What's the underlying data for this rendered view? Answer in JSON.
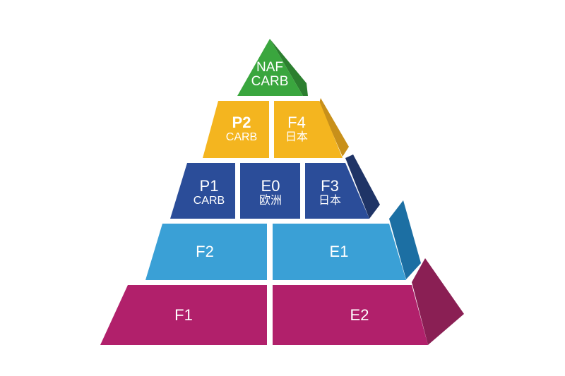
{
  "colors": {
    "green": "#3aa63e",
    "green_side": "#2c7f2f",
    "yellow": "#f4b51f",
    "yellow_side": "#c8901a",
    "navy": "#2b4d99",
    "navy_side": "#1f3466",
    "skyblue": "#3aa0d6",
    "skyblue_side": "#1c6fa3",
    "magenta": "#b1206b",
    "magenta_side": "#8a1f54"
  },
  "tiers": [
    {
      "name": "tier-1",
      "blocks": [
        {
          "line1": "NAF",
          "line2": "CARB"
        }
      ]
    },
    {
      "name": "tier-2",
      "blocks": [
        {
          "line1": "P2",
          "line2": "CARB"
        },
        {
          "line1": "F4",
          "line2": "日本"
        }
      ]
    },
    {
      "name": "tier-3",
      "blocks": [
        {
          "line1": "P1",
          "line2": "CARB"
        },
        {
          "line1": "E0",
          "line2": "欧洲"
        },
        {
          "line1": "F3",
          "line2": "日本"
        }
      ]
    },
    {
      "name": "tier-4",
      "blocks": [
        {
          "line1": "F2"
        },
        {
          "line1": "E1"
        }
      ]
    },
    {
      "name": "tier-5",
      "blocks": [
        {
          "line1": "F1"
        },
        {
          "line1": "E2"
        }
      ]
    }
  ]
}
